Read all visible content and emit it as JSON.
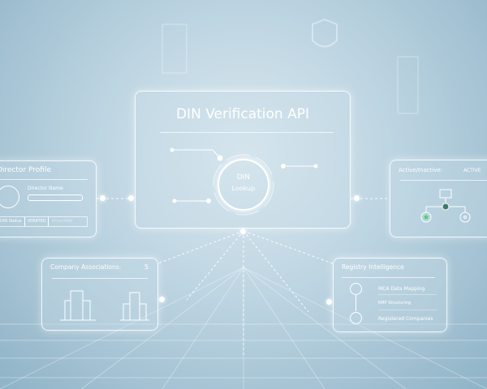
{
  "main": {
    "title": "DIN Verification API",
    "lookup_line1": "DIN",
    "lookup_line2": "Lookup"
  },
  "director_profile": {
    "title": "Director Profile",
    "name_label": "Director Name",
    "status_label": "DIN Status",
    "status_value": "VERIFIED",
    "status_extra": "Unverified"
  },
  "status_card": {
    "label": "Active/Inactive:",
    "value": "ACTIVE",
    "active_color": "#4cd964"
  },
  "company_associations": {
    "label": "Company Associations:",
    "count": "5"
  },
  "registry": {
    "title": "Registry Intelligence",
    "items": [
      "MCA Data Mapping",
      "KMP Structuring",
      "Registered Companies"
    ]
  },
  "colors": {
    "background": "#bcd4e1",
    "line": "#ffffff"
  }
}
